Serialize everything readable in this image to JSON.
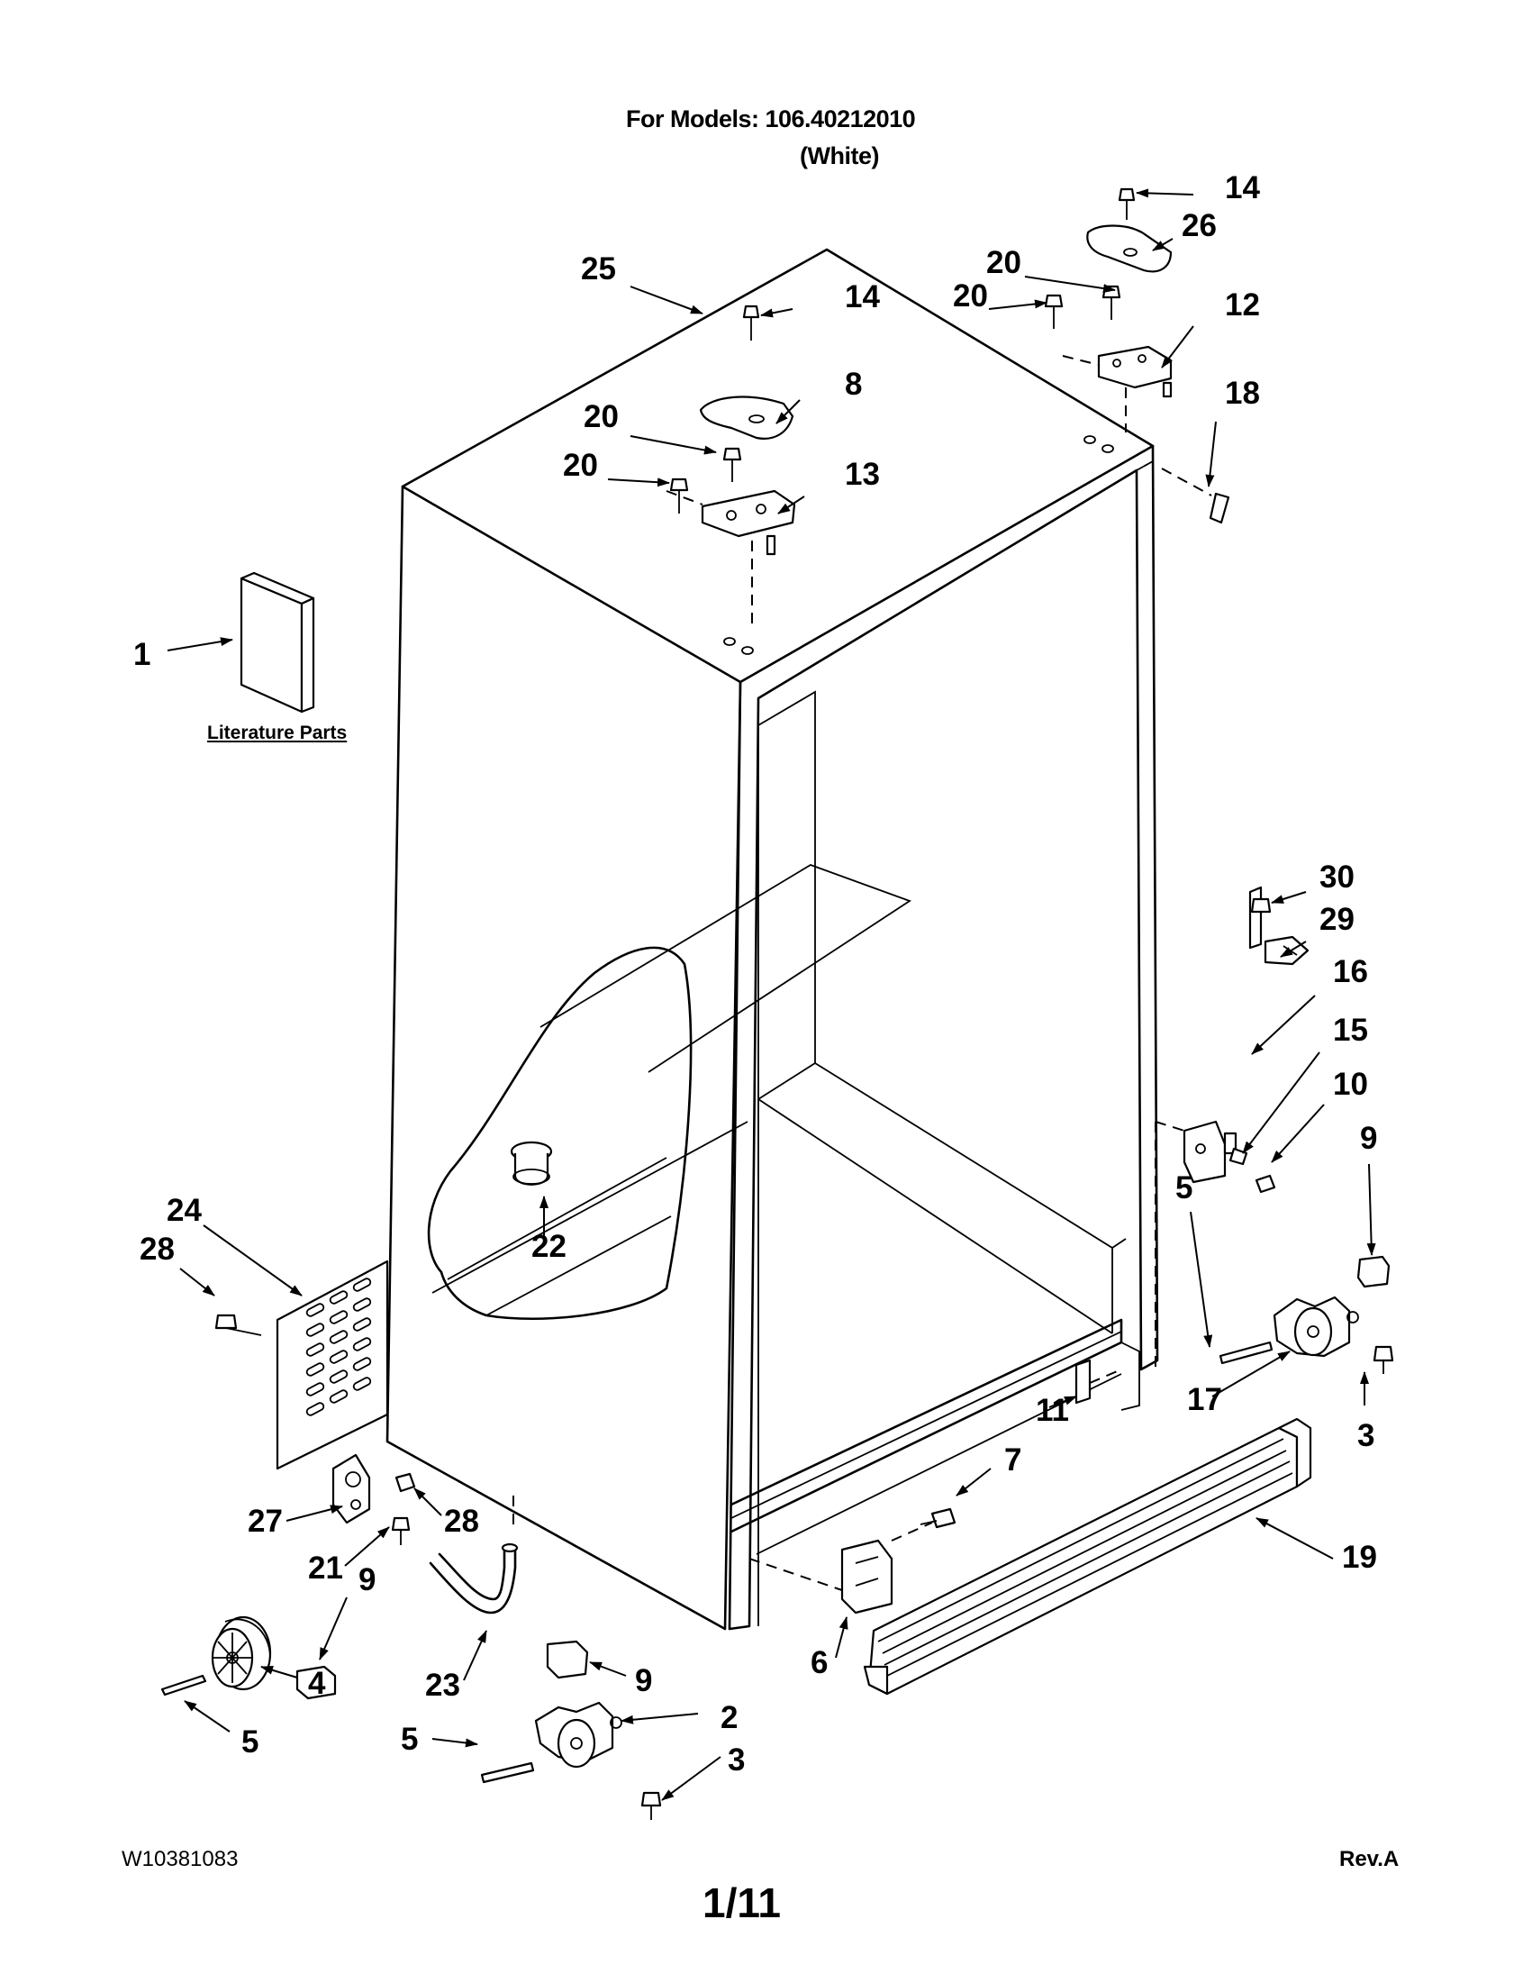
{
  "header": {
    "models_line": "For Models: 106.40212010",
    "color_line": "(White)"
  },
  "literature_label": "Literature Parts",
  "footer": {
    "doc_number": "W10381083",
    "page": "1/11",
    "revision": "Rev.A"
  },
  "callouts": [
    "1",
    "2",
    "3",
    "3",
    "4",
    "5",
    "5",
    "5",
    "6",
    "7",
    "8",
    "9",
    "9",
    "9",
    "10",
    "11",
    "12",
    "13",
    "14",
    "14",
    "15",
    "16",
    "17",
    "18",
    "19",
    "20",
    "20",
    "20",
    "20",
    "21",
    "22",
    "23",
    "24",
    "25",
    "26",
    "27",
    "28",
    "28",
    "29",
    "30"
  ],
  "icons": {
    "arrowhead": "arrowhead-icon",
    "screw": "screw-icon"
  }
}
